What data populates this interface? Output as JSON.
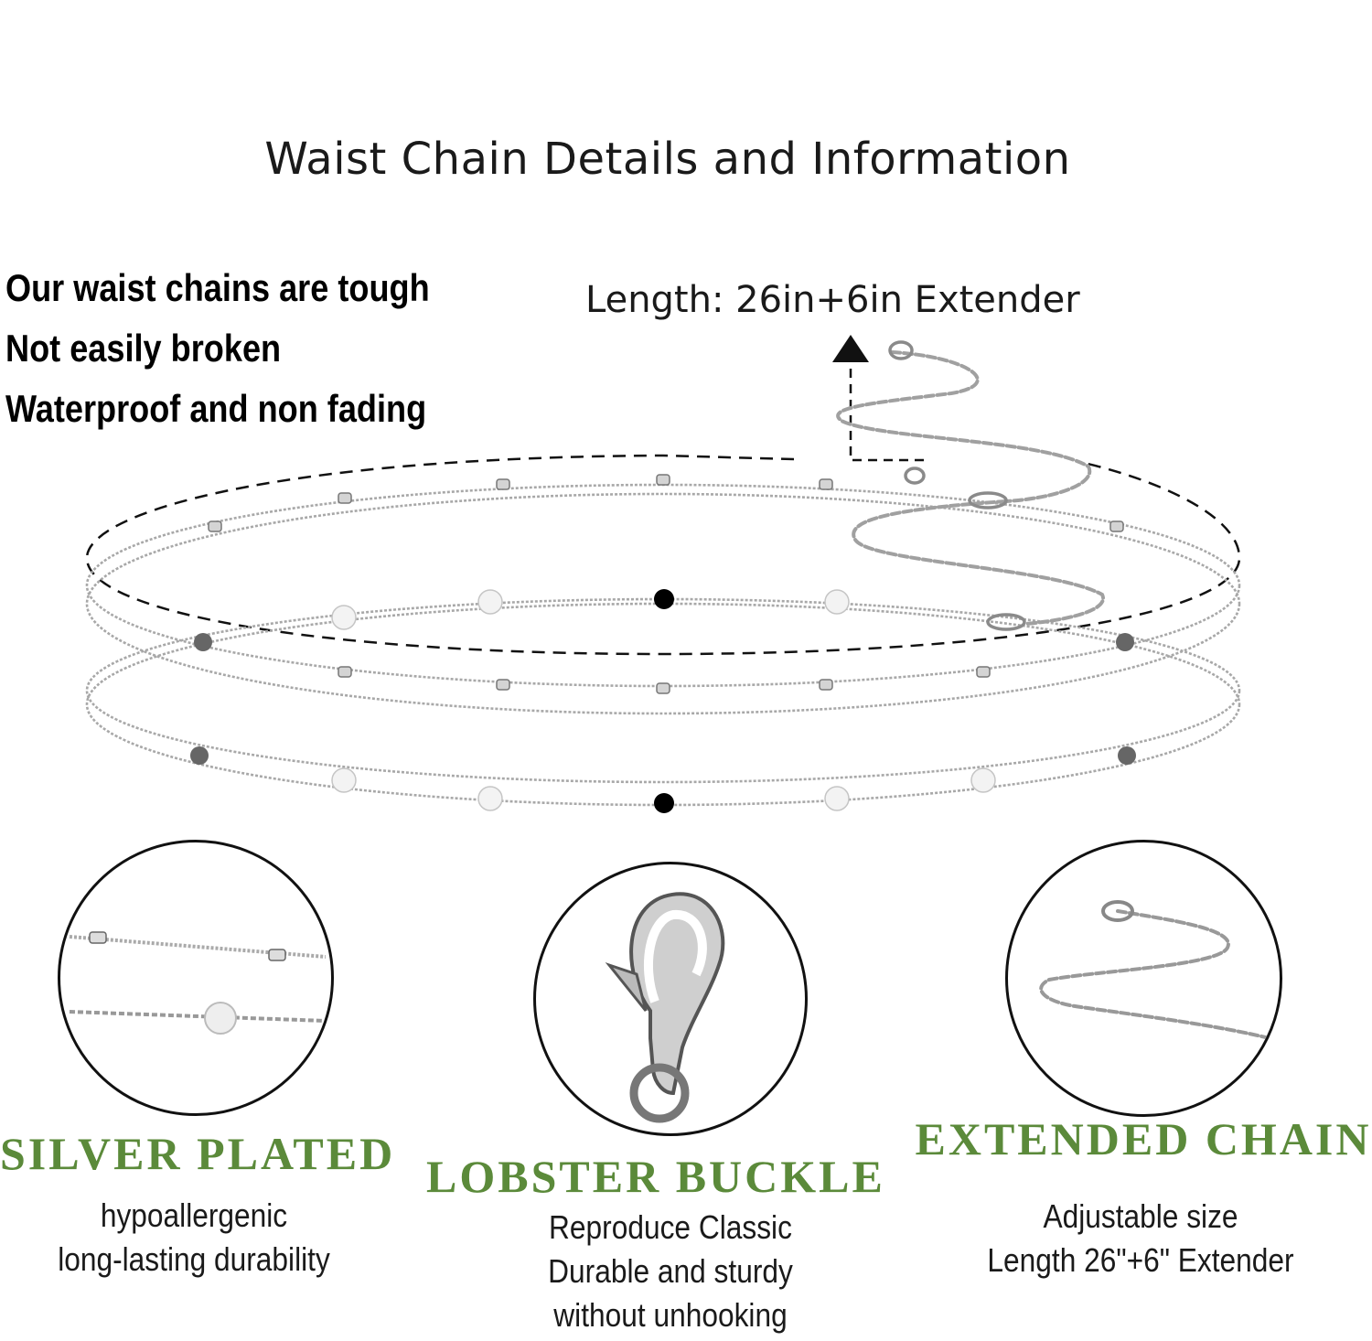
{
  "title": "Waist Chain Details and Information",
  "features": [
    "Our waist chains are tough",
    "Not easily broken",
    "Waterproof and non fading"
  ],
  "length_label": "Length: 26in+6in Extender",
  "cards": [
    {
      "heading": "SILVER PLATED",
      "lines": [
        "hypoallergenic",
        "long-lasting durability"
      ]
    },
    {
      "heading": "LOBSTER BUCKLE",
      "lines": [
        "Reproduce Classic",
        "Durable and sturdy",
        "without unhooking"
      ]
    },
    {
      "heading": "EXTENDED CHAIN",
      "lines": [
        "Adjustable size",
        "Length 26\"+6\" Extender"
      ]
    }
  ],
  "colors": {
    "heading_green": "#5b8a3a",
    "chain_silver": "#b8b8b8",
    "text": "#1a1a1a"
  }
}
